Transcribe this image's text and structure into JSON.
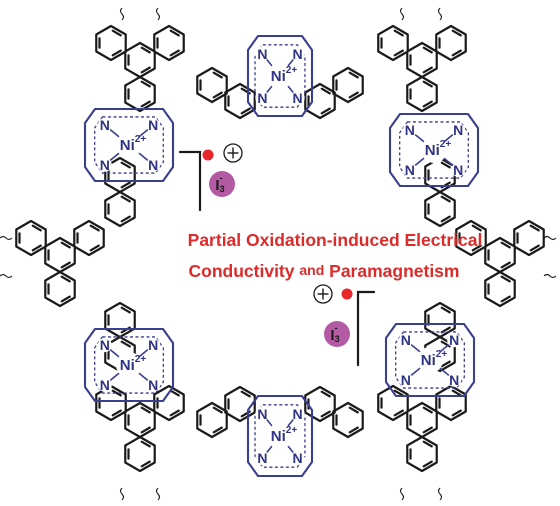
{
  "headline": {
    "line1": "Partial Oxidation-induced Electrical",
    "line2_a": "Conductivity",
    "line2_and": "and",
    "line2_b": "Paramagnetism"
  },
  "atoms": {
    "nitrogen": "N",
    "nickel": "Ni",
    "nickel_charge": "2+"
  },
  "counter_ion": {
    "symbol": "I",
    "subscript": "3",
    "charge": "-"
  },
  "colors": {
    "headline": "#dd2a2a",
    "macrocycle": "#3b3f8f",
    "framework": "#1a1a1a",
    "radical_dot": "#e8262b",
    "iodide_disc": "#b45aa5"
  },
  "icons": [
    "radical-dot-icon",
    "positive-charge-icon",
    "triiodide-anion-icon"
  ]
}
